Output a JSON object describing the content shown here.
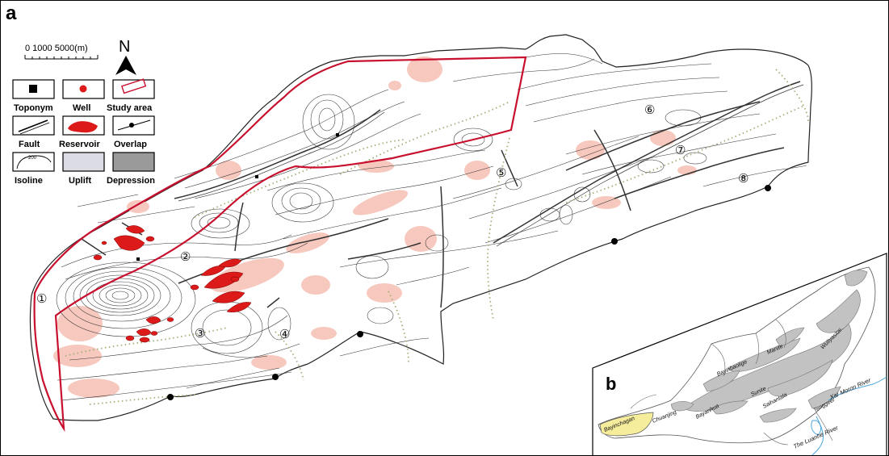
{
  "panel_a": {
    "letter": "a",
    "scale_bar": {
      "label": "0 1000  5000(m)"
    },
    "north_arrow": {
      "letter": "N"
    },
    "legend": [
      {
        "label": "Toponym"
      },
      {
        "label": "Well"
      },
      {
        "label": "Study area"
      },
      {
        "label": "Fault"
      },
      {
        "label": "Reservoir"
      },
      {
        "label": "Overlap"
      },
      {
        "label": "Isoline",
        "value": "200"
      },
      {
        "label": "Uplift"
      },
      {
        "label": "Depression"
      }
    ],
    "zone_labels": [
      "①",
      "②",
      "③",
      "④",
      "⑤",
      "⑥",
      "⑦",
      "⑧"
    ],
    "colors": {
      "study_area": "#c8102e",
      "reservoir": "#dd1a1a",
      "uplift_fill": "#f7c8bd",
      "overlap": "#9fb077",
      "depression": "#9a9a9a",
      "uplift_legend": "#dcdde4"
    }
  },
  "panel_b": {
    "letter": "b",
    "places": [
      "Bayinbaolige",
      "Manite",
      "Wuliyasitai",
      "Sunite",
      "Bayanhua",
      "Saihantala",
      "Tenggeer",
      "Chuanjing",
      "Bayinchagan"
    ],
    "rivers": [
      "Xar Moron River",
      "The Luanhe River"
    ],
    "colors": {
      "basin": "#c2c2c2",
      "basin_edge": "#777777",
      "highlight": "#f5ec9c",
      "river": "#4aa6dc"
    }
  }
}
